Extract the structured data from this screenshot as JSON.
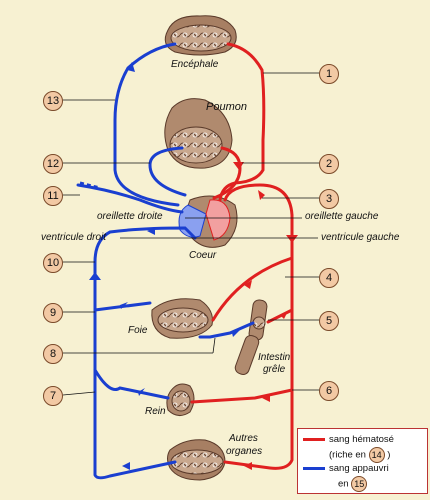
{
  "organs": {
    "encephale": "Encéphale",
    "poumon": "Poumon",
    "oreillette_droite": "oreillette droite",
    "oreillette_gauche": "oreillette gauche",
    "ventricule_droit": "ventricule droit",
    "ventricule_gauche": "ventricule gauche",
    "coeur": "Coeur",
    "foie": "Foie",
    "intestin": "Intestin",
    "grele": "grêle",
    "rein": "Rein",
    "autres": "Autres",
    "organes": "organes"
  },
  "numbers": [
    "1",
    "2",
    "3",
    "4",
    "5",
    "6",
    "7",
    "8",
    "9",
    "10",
    "11",
    "12",
    "13"
  ],
  "legend": {
    "red_line_1": "sang hématosé",
    "red_line_2_pre": "(riche en",
    "red_line_2_num": "14",
    "red_line_2_post": ")",
    "blue_line_1": "sang appauvri",
    "blue_line_2_pre": "en",
    "blue_line_2_num": "15"
  },
  "colors": {
    "oxygenated": "#e02020",
    "deoxygenated": "#1a3fd0",
    "organ": "#b08a6e",
    "background": "#f7f1d2",
    "marker": "#f2c9a4"
  }
}
